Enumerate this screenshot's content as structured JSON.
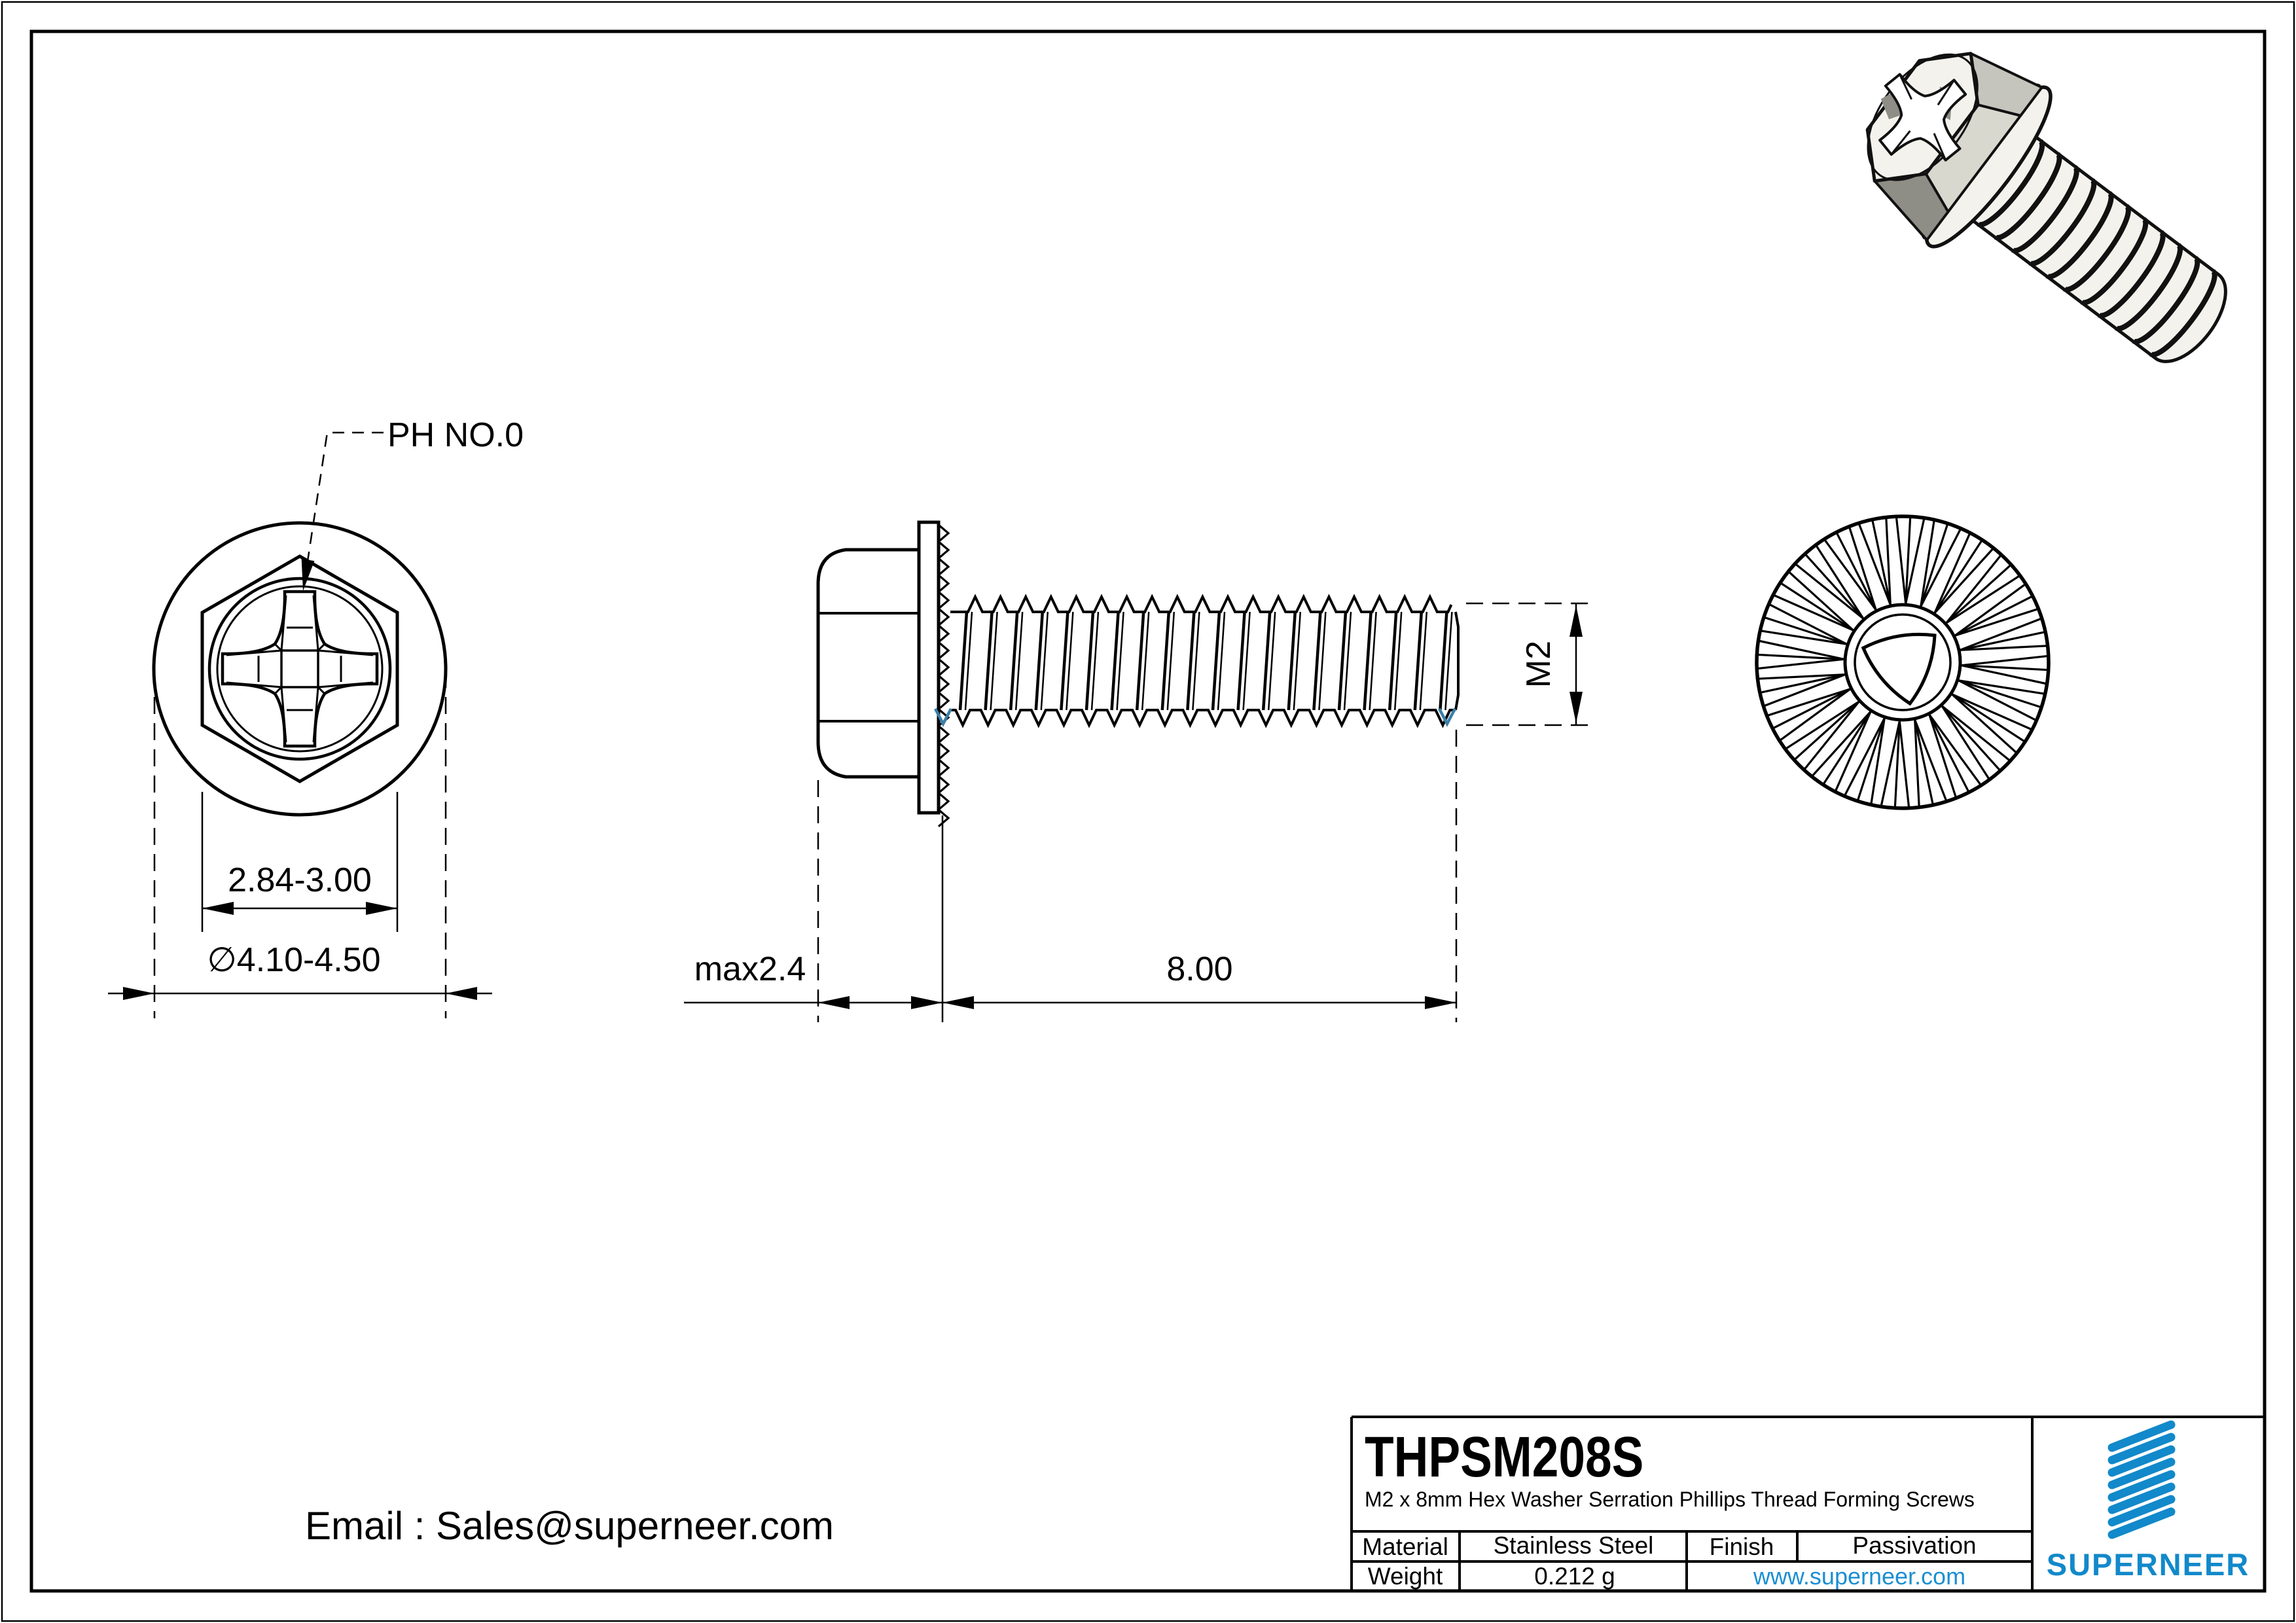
{
  "colors": {
    "accent_blue": "#1289ca",
    "link_blue": "#1b8fd2",
    "thread_mark_blue": "#3b7fa8",
    "line": "#000000",
    "paper": "#ffffff"
  },
  "views": {
    "front": {
      "callout": "PH NO.0",
      "hex_dim": "2.84-3.00",
      "flange_dim": "∅4.10-4.50"
    },
    "side": {
      "head_dim": "max2.4",
      "length_dim": "8.00",
      "thread_dim": "M2"
    }
  },
  "title_block": {
    "part_number": "THPSM208S",
    "description": "M2 x 8mm Hex Washer Serration Phillips Thread Forming  Screws",
    "material_label": "Material",
    "material_value": "Stainless Steel",
    "finish_label": "Finish",
    "finish_value": "Passivation",
    "weight_label": "Weight",
    "weight_value": "0.212 g",
    "website": "www.superneer.com",
    "brand": "SUPERNEER"
  },
  "footer": {
    "email": "Email : Sales@superneer.com"
  }
}
